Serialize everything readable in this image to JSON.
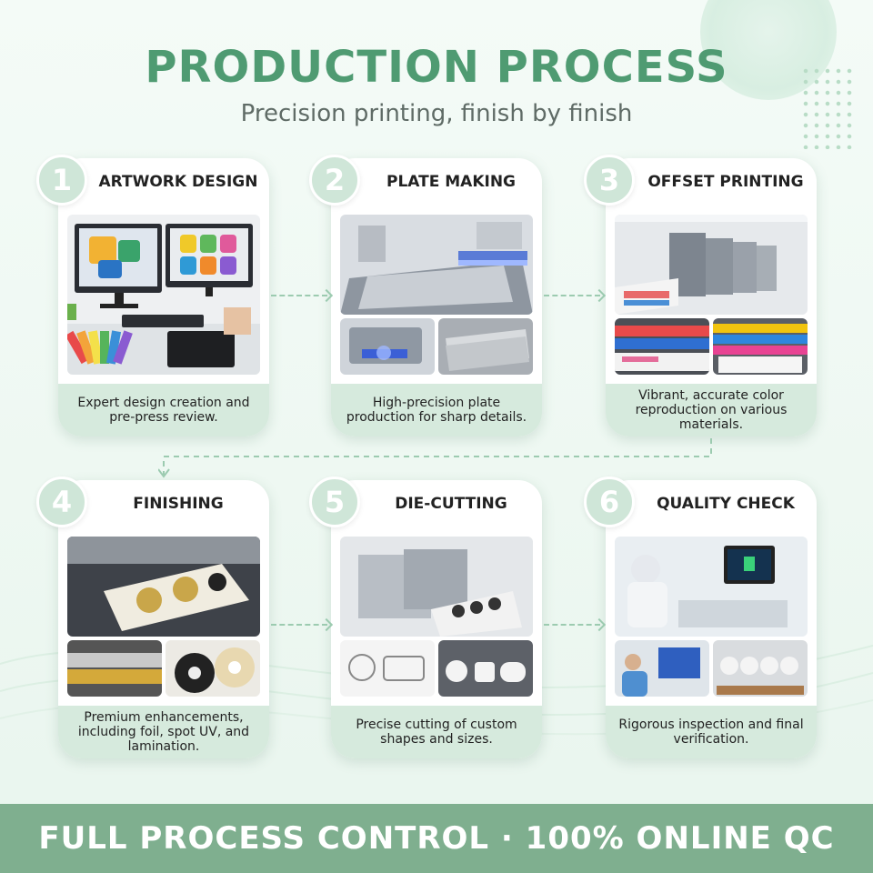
{
  "header": {
    "title": "PRODUCTION PROCESS",
    "subtitle": "Precision printing, finish by finish"
  },
  "steps": [
    {
      "number": "1",
      "title": "ARTWORK DESIGN",
      "description": "Expert design creation and pre-press review.",
      "images": [
        "design-workstation-photo"
      ]
    },
    {
      "number": "2",
      "title": "PLATE MAKING",
      "description": "High-precision plate production for sharp details.",
      "images": [
        "plate-exposure-photo",
        "plate-machine-photo",
        "metal-plates-photo"
      ]
    },
    {
      "number": "3",
      "title": "OFFSET PRINTING",
      "description": "Vibrant, accurate color reproduction on various materials.",
      "images": [
        "offset-press-photo",
        "ink-rollers-photo",
        "printed-sheets-photo"
      ]
    },
    {
      "number": "4",
      "title": "FINISHING",
      "description": "Premium enhancements, including foil, spot UV, and lamination.",
      "images": [
        "foil-finishing-photo",
        "foil-rolls-photo",
        "label-rolls-photo"
      ]
    },
    {
      "number": "5",
      "title": "DIE-CUTTING",
      "description": "Precise cutting of custom shapes and sizes.",
      "images": [
        "die-cutter-photo",
        "cut-sheet-photo",
        "cut-shapes-photo"
      ]
    },
    {
      "number": "6",
      "title": "QUALITY CHECK",
      "description": "Rigorous inspection and final verification.",
      "images": [
        "inspection-lab-photo",
        "operator-inspection-photo",
        "finished-rolls-photo"
      ]
    }
  ],
  "footer": {
    "text": "FULL PROCESS CONTROL · 100% ONLINE QC"
  },
  "colors": {
    "brand_green": "#4f9b72",
    "badge_green": "#cfe6d8",
    "desc_bg": "#d6eadd",
    "footer_bg": "#7faf8f"
  }
}
